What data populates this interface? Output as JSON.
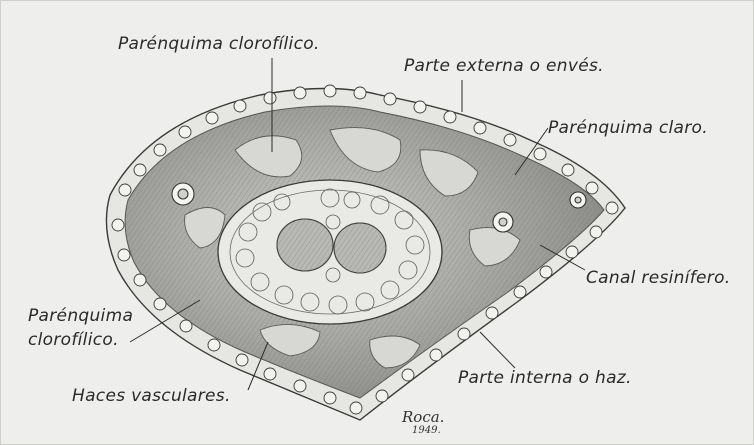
{
  "colors": {
    "paper": "#eeeeec",
    "ink": "#2a2a2a",
    "tissue_dark": "#9a9a97",
    "tissue_light": "#d8d8d5"
  },
  "labels": {
    "parenquima_clorofilico_top": "Parénquima clorofílico.",
    "parte_externa": "Parte externa o envés.",
    "parenquima_claro": "Parénquima claro.",
    "canal_resinifero": "Canal resinífero.",
    "parenquima_clorofilico_left_1": "Parénquima",
    "parenquima_clorofilico_left_2": "clorofílico.",
    "haces_vasculares": "Haces vasculares.",
    "parte_interna": "Parte interna o haz."
  },
  "signature": {
    "name": "Roca.",
    "year": "1949."
  }
}
